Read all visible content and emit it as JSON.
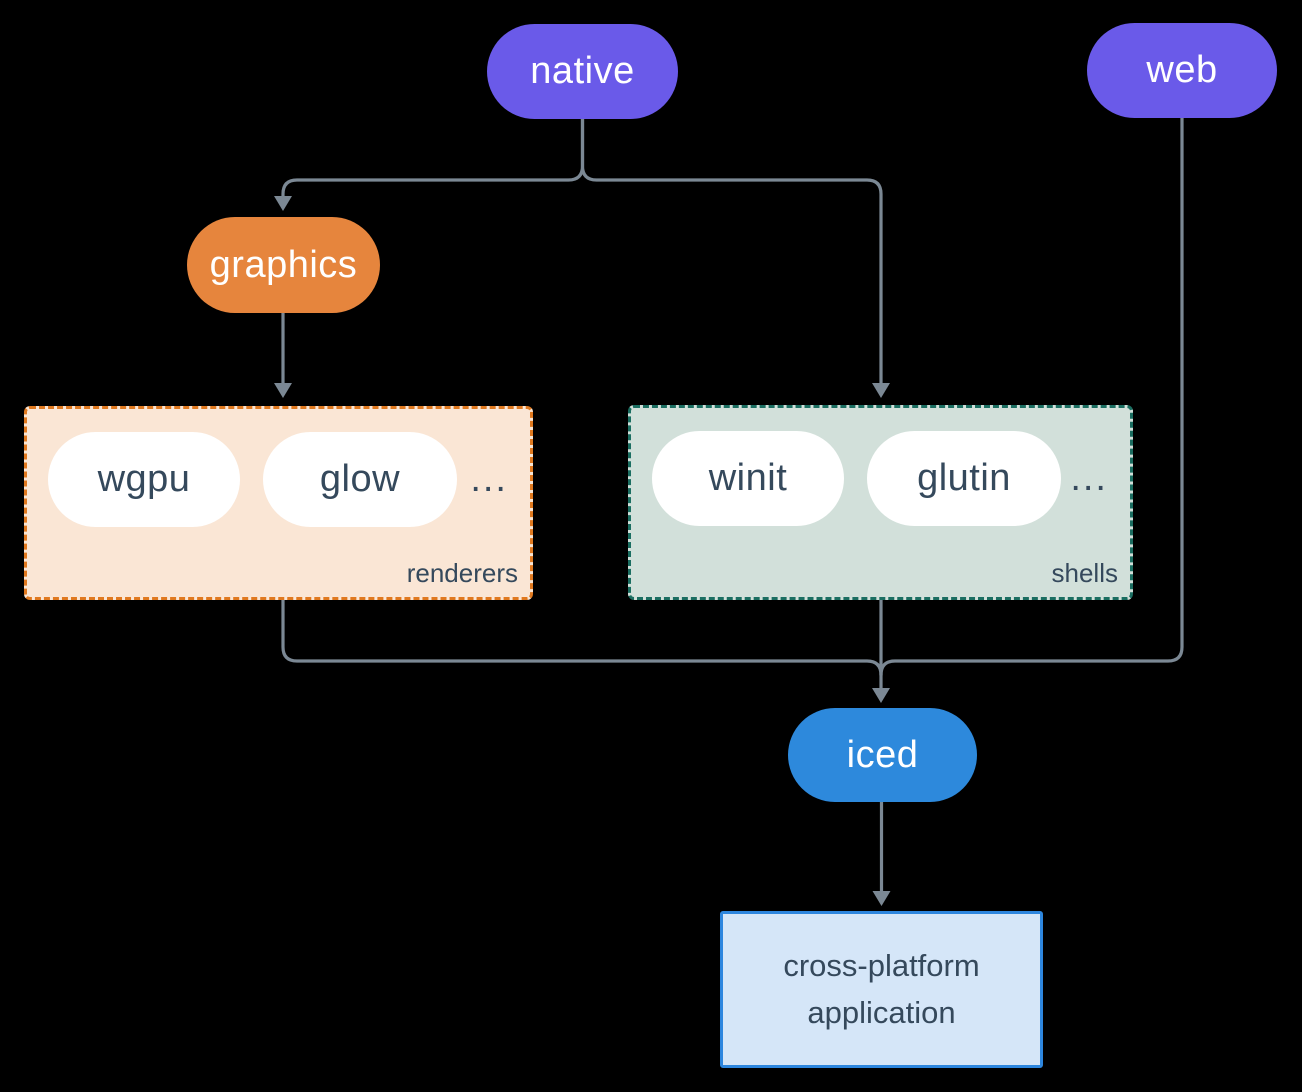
{
  "colors": {
    "background": "#000000",
    "purple": "#6a5ae9",
    "orange": "#e6853d",
    "renderers-bg": "#fae6d5",
    "renderers-border": "#e0791f",
    "shells-bg": "#d2e0da",
    "shells-border": "#1b6e61",
    "pill-bg": "#ffffff",
    "dark-text": "#35495c",
    "white-text": "#ffffff",
    "blue": "#2d89dc",
    "app-bg": "#d5e6f8",
    "app-border": "#2d86de",
    "line": "#7b8894"
  },
  "nodes": {
    "native": {
      "label": "native"
    },
    "web": {
      "label": "web"
    },
    "graphics": {
      "label": "graphics"
    },
    "iced": {
      "label": "iced"
    },
    "app": {
      "label": "cross-platform application"
    }
  },
  "groups": {
    "renderers": {
      "label": "renderers",
      "items": [
        {
          "label": "wgpu"
        },
        {
          "label": "glow"
        }
      ],
      "more": "..."
    },
    "shells": {
      "label": "shells",
      "items": [
        {
          "label": "winit"
        },
        {
          "label": "glutin"
        }
      ],
      "more": "..."
    }
  },
  "edges": [
    {
      "from": "native",
      "to": "graphics"
    },
    {
      "from": "native",
      "to": "shells"
    },
    {
      "from": "graphics",
      "to": "renderers"
    },
    {
      "from": "renderers",
      "to": "iced"
    },
    {
      "from": "shells",
      "to": "iced"
    },
    {
      "from": "web",
      "to": "iced"
    },
    {
      "from": "iced",
      "to": "cross-platform application"
    }
  ]
}
